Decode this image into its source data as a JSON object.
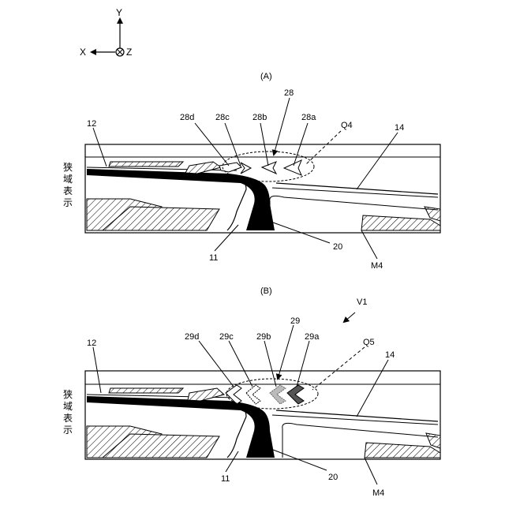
{
  "axes": {
    "y": "Y",
    "x": "X",
    "z": "Z"
  },
  "side_label_chars": [
    "狭",
    "域",
    "表",
    "示"
  ],
  "panel_a": {
    "title": "(A)",
    "labels": {
      "group": "28",
      "a": "28a",
      "b": "28b",
      "c": "28c",
      "d": "28d",
      "zone": "Q4",
      "display": "12",
      "road": "14",
      "line11": "11",
      "line20": "20",
      "marker": "M4"
    }
  },
  "panel_b": {
    "title": "(B)",
    "labels": {
      "view": "V1",
      "group": "29",
      "a": "29a",
      "b": "29b",
      "c": "29c",
      "d": "29d",
      "zone": "Q5",
      "display": "12",
      "road": "14",
      "line11": "11",
      "line20": "20",
      "marker": "M4"
    }
  }
}
